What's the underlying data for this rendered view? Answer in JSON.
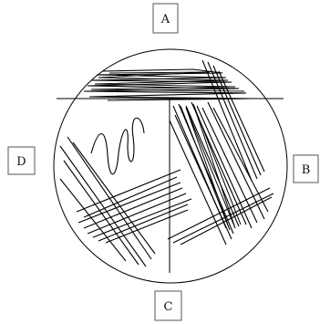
{
  "labels": {
    "a": "A",
    "b": "B",
    "c": "C",
    "d": "D"
  },
  "colors": {
    "stroke": "#000000",
    "box": "#555555",
    "background": "#ffffff"
  }
}
